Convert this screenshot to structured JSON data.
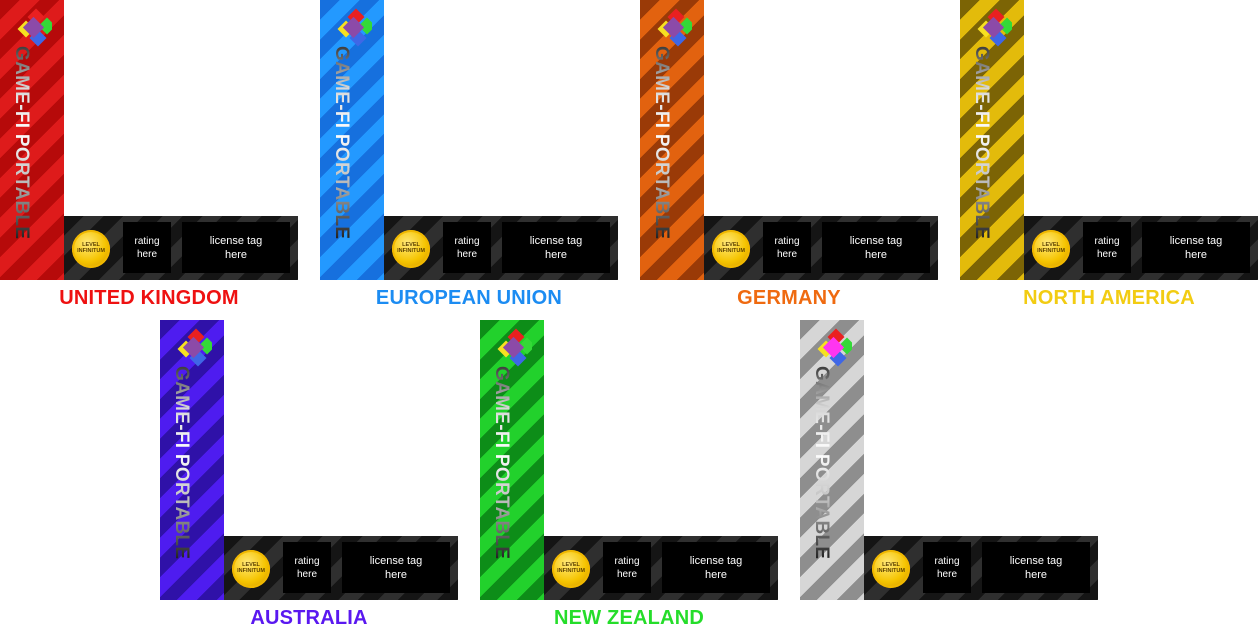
{
  "spine_title": "GAME-FI PORTABLE",
  "badge_text": "LEVEL INFINITUM",
  "rating_text": "rating here",
  "license_text": "license tag here",
  "templates": [
    {
      "region": "UNITED KINGDOM",
      "color": "#ee1111",
      "stripe_a": "#b60a0a",
      "stripe_b": "#de1b1b",
      "label_color": "#ee1111",
      "center_color": "#8c4aa8"
    },
    {
      "region": "EUROPEAN UNION",
      "color": "#1c8cf2",
      "stripe_a": "#1670de",
      "stripe_b": "#2399ff",
      "label_color": "#1c8cf2",
      "center_color": "#8c4aa8"
    },
    {
      "region": "GERMANY",
      "color": "#ef6a10",
      "stripe_a": "#9a3a07",
      "stripe_b": "#e2620f",
      "label_color": "#ef6a10",
      "center_color": "#8c4aa8"
    },
    {
      "region": "NORTH AMERICA",
      "color": "#f2cc12",
      "stripe_a": "#7c6405",
      "stripe_b": "#e3bb0b",
      "label_color": "#f2cc12",
      "center_color": "#8c4aa8"
    },
    {
      "region": "AUSTRALIA",
      "color": "#5a18f0",
      "stripe_a": "#2f11a8",
      "stripe_b": "#4e1cf0",
      "label_color": "#5a18f0",
      "center_color": "#8c4aa8"
    },
    {
      "region": "NEW ZEALAND",
      "color": "#25dd2a",
      "stripe_a": "#0d8d18",
      "stripe_b": "#22d12c",
      "label_color": "#25dd2a",
      "center_color": "#8c4aa8"
    },
    {
      "region": "",
      "color": "#c9c9c9",
      "stripe_a": "#8e8e8e",
      "stripe_b": "#d6d6d6",
      "label_color": "#9a9a9a",
      "center_color": "#ff35f0"
    }
  ]
}
